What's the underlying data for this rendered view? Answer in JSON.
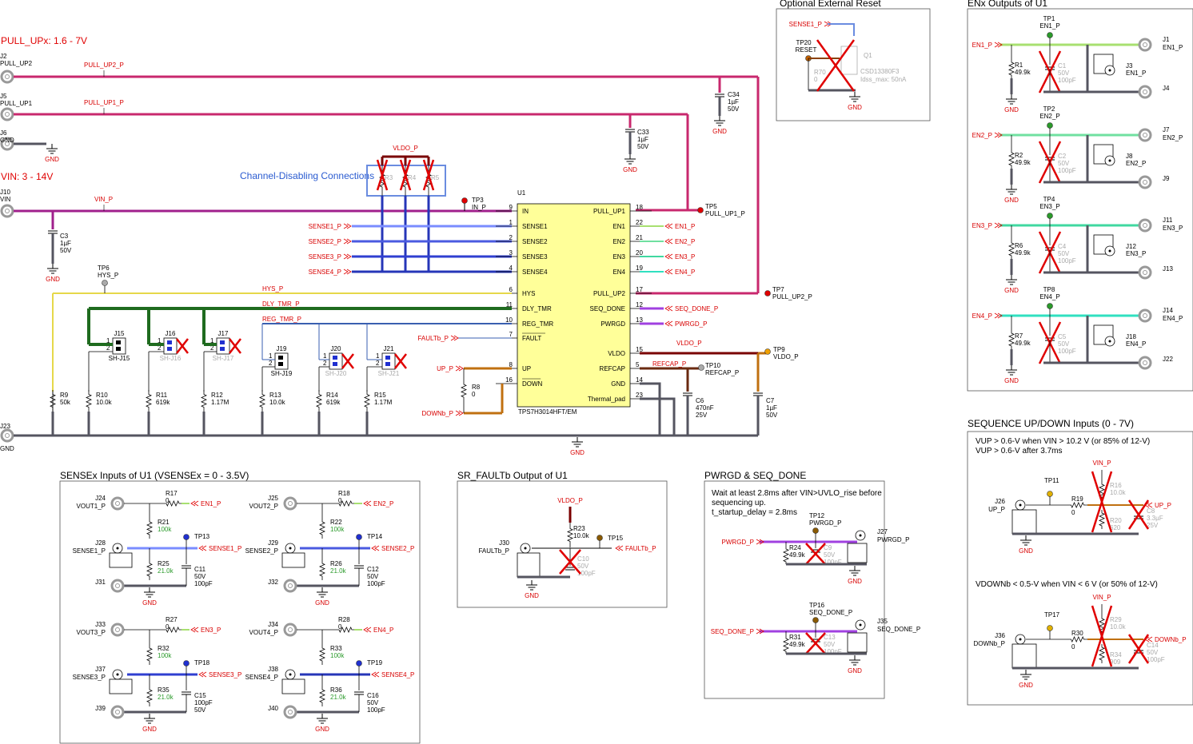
{
  "colors": {
    "pullup": "#c8286e",
    "vin": "#a0208c",
    "sense1": "#7a8cff",
    "sense2": "#4a5ae0",
    "sense3": "#2f3fd0",
    "sense4": "#2636b8",
    "hys": "#e6d84a",
    "dly": "#1f6b1f",
    "reg": "#3a5fb0",
    "gnd": "#555560",
    "en1": "#a8e070",
    "en2": "#70e0a0",
    "en3": "#40d8a0",
    "en4": "#30e0c0",
    "seq": "#a040e0",
    "vldo": "#c07010",
    "refcap": "#6a2a10",
    "x": "#e00000",
    "ic": "#ffff99"
  },
  "voltages": {
    "pullup_range": "PULL_UPx: 1.6 - 7V",
    "vin_range": "VIN: 3 - 14V"
  },
  "connectors": {
    "j2": [
      "J2",
      "PULL_UP2"
    ],
    "j5": [
      "J5",
      "PULL_UP1"
    ],
    "j6": [
      "J6",
      "GND"
    ],
    "j10": [
      "J10",
      "VIN"
    ],
    "j23": [
      "J23",
      "GND"
    ]
  },
  "nets": {
    "pull_up2_p": "PULL_UP2_P",
    "pull_up1_p": "PULL_UP1_P",
    "vin_p": "VIN_P",
    "hys_p": "HYS_P",
    "dly_tmr_p": "DLY_TMR_P",
    "reg_tmr_p": "REG_TMR_P",
    "vldo_p": "VLDO_P",
    "refcap_p": "REFCAP_P",
    "sense1_p": "SENSE1_P",
    "sense2_p": "SENSE2_P",
    "sense3_p": "SENSE3_P",
    "sense4_p": "SENSE4_P",
    "faultb_p": "FAULTb_P",
    "up_p": "UP_P",
    "downb_p": "DOWNb_P",
    "en1_p": "EN1_P",
    "en2_p": "EN2_P",
    "en3_p": "EN3_P",
    "en4_p": "EN4_P",
    "seq_done_p": "SEQ_DONE_P",
    "pwrgd_p": "PWRGD_P",
    "gnd": "GND"
  },
  "channel_disabling": {
    "label": "Channel-Disabling Connections",
    "r_labels": [
      "R3",
      "R4",
      "R5"
    ]
  },
  "caps": {
    "c34": [
      "C34",
      "1µF",
      "50V"
    ],
    "c33": [
      "C33",
      "1µF",
      "50V"
    ],
    "c3": [
      "C3",
      "1µF",
      "50V"
    ],
    "c6": [
      "C6",
      "470nF",
      "25V"
    ],
    "c7": [
      "C7",
      "1µF",
      "50V"
    ]
  },
  "test_points": {
    "tp3": [
      "TP3",
      "IN_P"
    ],
    "tp5": [
      "TP5",
      "PULL_UP1_P"
    ],
    "tp6": [
      "TP6",
      "HYS_P"
    ],
    "tp7": [
      "TP7",
      "PULL_UP2_P"
    ],
    "tp9": [
      "TP9",
      "VLDO_P"
    ],
    "tp10": [
      "TP10",
      "REFCAP_P"
    ]
  },
  "ic": {
    "ref": "U1",
    "part": "TPS7H3014HFT/EM",
    "left_pins": [
      {
        "num": "9",
        "name": "IN"
      },
      {
        "num": "1",
        "name": "SENSE1"
      },
      {
        "num": "2",
        "name": "SENSE2"
      },
      {
        "num": "3",
        "name": "SENSE3"
      },
      {
        "num": "4",
        "name": "SENSE4"
      },
      {
        "num": "6",
        "name": "HYS"
      },
      {
        "num": "11",
        "name": "DLY_TMR"
      },
      {
        "num": "10",
        "name": "REG_TMR"
      },
      {
        "num": "7",
        "name": "FAULT"
      },
      {
        "num": "8",
        "name": "UP"
      },
      {
        "num": "16",
        "name": "DOWN"
      }
    ],
    "right_pins": [
      {
        "num": "18",
        "name": "PULL_UP1"
      },
      {
        "num": "22",
        "name": "EN1"
      },
      {
        "num": "21",
        "name": "EN2"
      },
      {
        "num": "20",
        "name": "EN3"
      },
      {
        "num": "19",
        "name": "EN4"
      },
      {
        "num": "17",
        "name": "PULL_UP2"
      },
      {
        "num": "12",
        "name": "SEQ_DONE"
      },
      {
        "num": "13",
        "name": "PWRGD"
      },
      {
        "num": "15",
        "name": "VLDO"
      },
      {
        "num": "5",
        "name": "REFCAP"
      },
      {
        "num": "14",
        "name": "GND"
      },
      {
        "num": "23",
        "name": "Thermal_pad"
      }
    ]
  },
  "bottom_resistors": [
    [
      "R9",
      "50k"
    ],
    [
      "R10",
      "10.0k"
    ],
    [
      "R11",
      "619k"
    ],
    [
      "R12",
      "1.17M"
    ],
    [
      "R13",
      "10.0k"
    ],
    [
      "R14",
      "619k"
    ],
    [
      "R15",
      "1.17M"
    ]
  ],
  "r8": [
    "R8",
    "0"
  ],
  "jumpers": {
    "j15": [
      "J15",
      "SH-J15"
    ],
    "j16": [
      "J16",
      "SH-J16"
    ],
    "j17": [
      "J17",
      "SH-J17"
    ],
    "j19": [
      "J19",
      "SH-J19"
    ],
    "j20": [
      "J20",
      "SH-J20"
    ],
    "j21": [
      "J21",
      "SH-J21"
    ]
  },
  "reset": {
    "title": "Optional External Reset",
    "tp20": [
      "TP20",
      "RESET"
    ],
    "q1": "Q1",
    "part": "CSD13380F3",
    "idss": "Idss_max: 50nA",
    "r70": "R70",
    "r70_val": "0"
  },
  "enx": {
    "title": "ENx Outputs of U1",
    "rows": [
      {
        "tp": "TP1",
        "tpnet": "EN1_P",
        "net": "EN1_P",
        "r": "R1",
        "rv": "49.9k",
        "c": "C1",
        "cv1": "50V",
        "cv2": "100pF",
        "j1": "J1",
        "j1n": "EN1_P",
        "j2": "J3",
        "j2n": "EN1_P",
        "j3": "J4"
      },
      {
        "tp": "TP2",
        "tpnet": "EN2_P",
        "net": "EN2_P",
        "r": "R2",
        "rv": "49.9k",
        "c": "C2",
        "cv1": "50V",
        "cv2": "100pF",
        "j1": "J7",
        "j1n": "EN2_P",
        "j2": "J8",
        "j2n": "EN2_P",
        "j3": "J9"
      },
      {
        "tp": "TP4",
        "tpnet": "EN3_P",
        "net": "EN3_P",
        "r": "R6",
        "rv": "49.9k",
        "c": "C4",
        "cv1": "50V",
        "cv2": "100pF",
        "j1": "J11",
        "j1n": "EN3_P",
        "j2": "J12",
        "j2n": "EN3_P",
        "j3": "J13"
      },
      {
        "tp": "TP8",
        "tpnet": "EN4_P",
        "net": "EN4_P",
        "r": "R7",
        "rv": "49.9k",
        "c": "C5",
        "cv1": "50V",
        "cv2": "100pF",
        "j1": "J14",
        "j1n": "EN4_P",
        "j2": "J18",
        "j2n": "EN4_P",
        "j3": "J22"
      }
    ]
  },
  "sense": {
    "title": "SENSEx Inputs of U1 (VSENSEx = 0 - 3.5V)",
    "blocks": [
      {
        "vj": "J24",
        "vname": "VOUT1_P",
        "rtop": "R17",
        "rtopv": "0",
        "en": "EN1_P",
        "rmid": "R21",
        "rmidv": "100k",
        "tp": "TP13",
        "sj": "J28",
        "sname": "SENSE1_P",
        "snet": "SENSE1_P",
        "rbot": "R25",
        "rbotv": "21.0k",
        "c": "C11",
        "cv1": "50V",
        "cv2": "100pF",
        "gj": "J31"
      },
      {
        "vj": "J25",
        "vname": "VOUT2_P",
        "rtop": "R18",
        "rtopv": "0",
        "en": "EN2_P",
        "rmid": "R22",
        "rmidv": "100k",
        "tp": "TP14",
        "sj": "J29",
        "sname": "SENSE2_P",
        "snet": "SENSE2_P",
        "rbot": "R26",
        "rbotv": "21.0k",
        "c": "C12",
        "cv1": "50V",
        "cv2": "100pF",
        "gj": "J32"
      },
      {
        "vj": "J33",
        "vname": "VOUT3_P",
        "rtop": "R27",
        "rtopv": "0",
        "en": "EN3_P",
        "rmid": "R32",
        "rmidv": "100k",
        "tp": "TP18",
        "sj": "J37",
        "sname": "SENSE3_P",
        "snet": "SENSE3_P",
        "rbot": "R35",
        "rbotv": "21.0k",
        "c": "C15",
        "cv1": "100pF",
        "cv2": "50V",
        "gj": "J39"
      },
      {
        "vj": "J34",
        "vname": "VOUT4_P",
        "rtop": "R28",
        "rtopv": "0",
        "en": "EN4_P",
        "rmid": "R33",
        "rmidv": "100k",
        "tp": "TP19",
        "sj": "J38",
        "sname": "SENSE4_P",
        "snet": "SENSE4_P",
        "rbot": "R36",
        "rbotv": "21.0k",
        "c": "C16",
        "cv1": "50V",
        "cv2": "100pF",
        "gj": "J40"
      }
    ]
  },
  "fault": {
    "title": "SR_FAULTb Output of U1",
    "vldo": "VLDO_P",
    "r": "R23",
    "rv": "10.0k",
    "tp": "TP15",
    "j": "J30",
    "jn": "FAULTb_P",
    "c": "C10",
    "cv1": "50V",
    "cv2": "100pF",
    "net": "FAULTb_P"
  },
  "pwrgd": {
    "title": "PWRGD & SEQ_DONE",
    "note1": "Wait at least 2.8ms after VIN>UVLO_rise before",
    "note2": "sequencing up.",
    "note3": "t_startup_delay = 2.8ms",
    "tp12": [
      "TP12",
      "PWRGD_P"
    ],
    "net1": "PWRGD_P",
    "r24": [
      "R24",
      "49.9k"
    ],
    "c9": [
      "C9",
      "50V",
      "100pF"
    ],
    "j27": [
      "J27",
      "PWRGD_P"
    ],
    "tp16": [
      "TP16",
      "SEQ_DONE_P"
    ],
    "net2": "SEQ_DONE_P",
    "r31": [
      "R31",
      "49.9k"
    ],
    "c13": [
      "C13",
      "50V",
      "100pF"
    ],
    "j35": [
      "J35",
      "SEQ_DONE_P"
    ]
  },
  "sequence": {
    "title": "SEQUENCE UP/DOWN Inputs (0 - 7V)",
    "up_note1": "VUP > 0.6-V when VIN > 10.2 V (or 85% of 12-V)",
    "up_note2": "VUP > 0.6-V after 3.7ms",
    "down_note": "VDOWNb < 0.5-V when VIN < 6 V (or 50% of 12-V)",
    "up": {
      "tp": "TP11",
      "j": "J26",
      "jn": "UP_P",
      "r": "R19",
      "rv": "0",
      "vin": "VIN_P",
      "r2": "R16",
      "r2v": "10.0k",
      "r3": "R20",
      "r3v": "620",
      "c": "C8",
      "cv1": "3.3µF",
      "cv2": "25V",
      "net": "UP_P"
    },
    "down": {
      "tp": "TP17",
      "j": "J36",
      "jn": "DOWNb_P",
      "r": "R30",
      "rv": "0",
      "vin": "VIN_P",
      "r2": "R29",
      "r2v": "10.0k",
      "r3": "R34",
      "r3v": "909",
      "c": "C14",
      "cv1": "50V",
      "cv2": "100pF",
      "net": "DOWNb_P"
    }
  }
}
